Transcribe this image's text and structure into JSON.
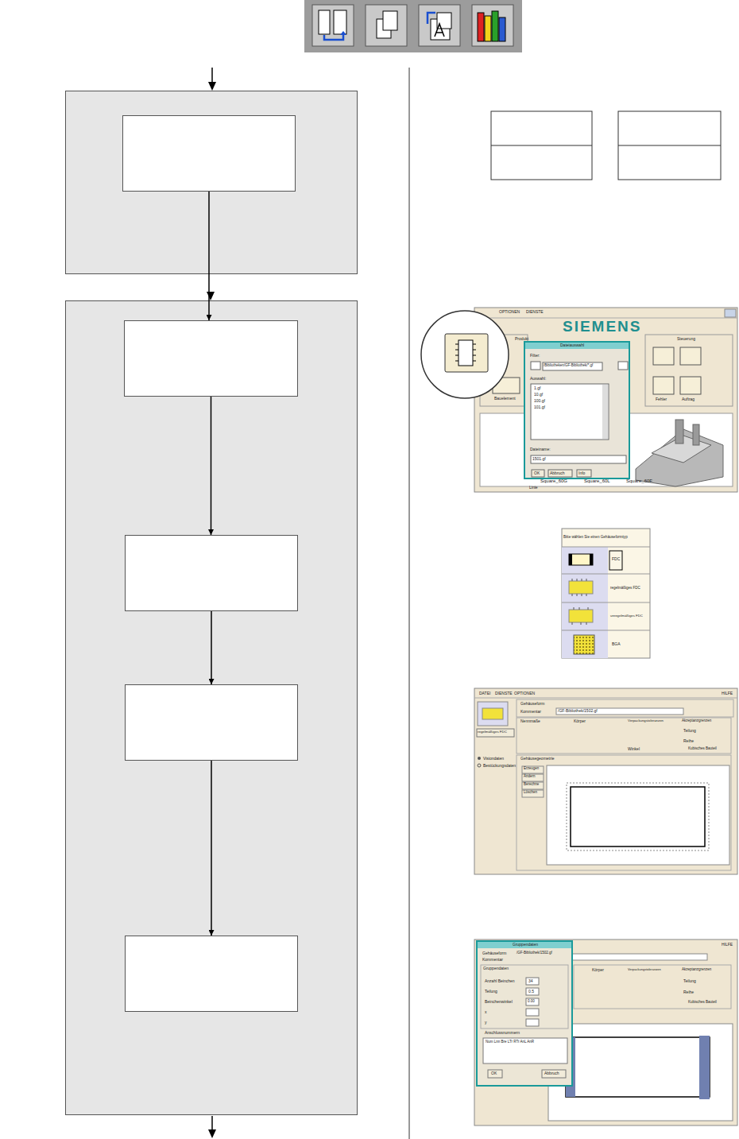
{
  "diagram": {
    "nodes": [
      {
        "text": []
      },
      {
        "text": [],
        "in": 0
      },
      {
        "text": []
      },
      {
        "text": [],
        "in": 2
      },
      {
        "text": [],
        "in": 2
      },
      {
        "text": [],
        "in": 2
      },
      {
        "text": [],
        "in": 2
      }
    ],
    "edges": [
      {
        "from": 1,
        "to": 3,
        "arrow": "to"
      },
      {
        "from": 3,
        "to": 4,
        "arrow": "to"
      },
      {
        "from": 4,
        "to": 5,
        "arrow": "to"
      },
      {
        "from": 5,
        "to": 6,
        "arrow": "to"
      }
    ],
    "labels": [
      "OPTIONEN",
      "DIENSTE",
      "SIEMENS",
      "Produkt",
      "Steuerung",
      "Dateiauswahl",
      "Filter:",
      "/Bibliotheken/GF-Bibliothek/*.gf",
      "Auswahl:",
      "1.gf",
      "10.gf",
      "100.gf",
      "101.gf",
      "Dateiname:",
      "1501.gf",
      "OK",
      "Abbruch",
      "Info",
      "Bauelement",
      "Fehler",
      "Auftrag",
      "Square_60G",
      "Square_60L",
      "Square_60F",
      "Linie",
      "Bitte wählen Sie einen Gehäuseformtyp",
      "FDC",
      "regelmäßiges FDC",
      "unregelmäßiges FDC",
      "BGA",
      "DATEI",
      "DIENSTE",
      "OPTIONEN",
      "HILFE",
      "regelmäßiges FDC",
      "Visiondaten",
      "Bestückungsdaten",
      "Gehäuseform",
      "/GF-Bibliothek/1502.gf",
      "Kommentar",
      "Nennmaße",
      "Körper",
      "Verpackungstoleranzen",
      "Akzeptanzgrenzen",
      "Teilung",
      "Reihe",
      "Winkel",
      "Kubisches Bauteil",
      "Gehäusegeometrie",
      "Erzeugen",
      "Ändern",
      "Berechne",
      "Löschen",
      "Gruppendaten",
      "Gehäuseform",
      "/GF-Bibliothek/1502.gf",
      "Kommentar",
      "Gruppendaten",
      "Anzahl Beinchen",
      "34",
      "Teilung",
      "0.5",
      "Beinchenwinkel",
      "0.00",
      "x",
      "y",
      "Anschlussnummern",
      "Num Lnn Bre LTr RTr AnL AnR",
      "OK",
      "Abbruch",
      "HILFE",
      "Körper",
      "Verpackungstoleranzen",
      "Akzeptanzgrenzen",
      "Teilung",
      "Reihe",
      "Kubisches Bauteil"
    ]
  }
}
